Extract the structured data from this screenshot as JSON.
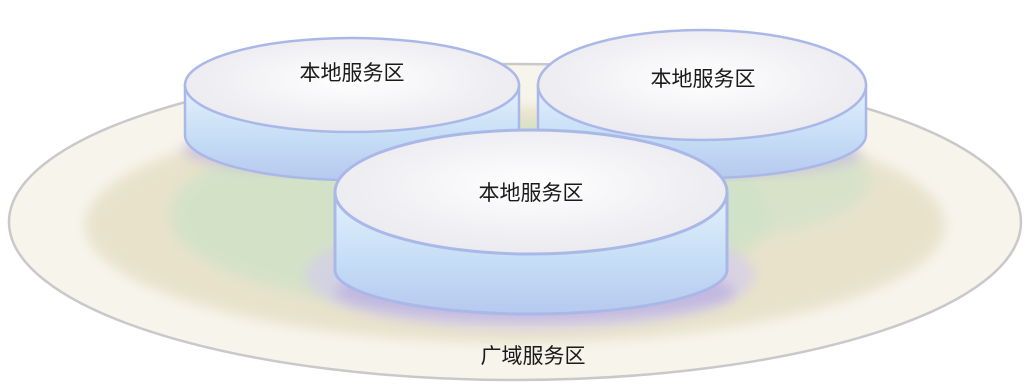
{
  "diagram": {
    "wide_area": {
      "label": "广域服务区"
    },
    "local_areas": [
      {
        "label": "本地服务区"
      },
      {
        "label": "本地服务区"
      },
      {
        "label": "本地服务区"
      }
    ]
  },
  "colors": {
    "outer_fill": "#f6f3ea",
    "outer_stroke": "#c8c8c8",
    "ring_beige": "#e3ddc1",
    "ring_green": "#c9dfc4",
    "ring_lavender": "#d9d2ea",
    "disk_top": "#f0f0f5",
    "disk_side": "#c8e0f8",
    "disk_stroke": "#a9b8ea",
    "disk_shadow": "#8fa7d8"
  }
}
